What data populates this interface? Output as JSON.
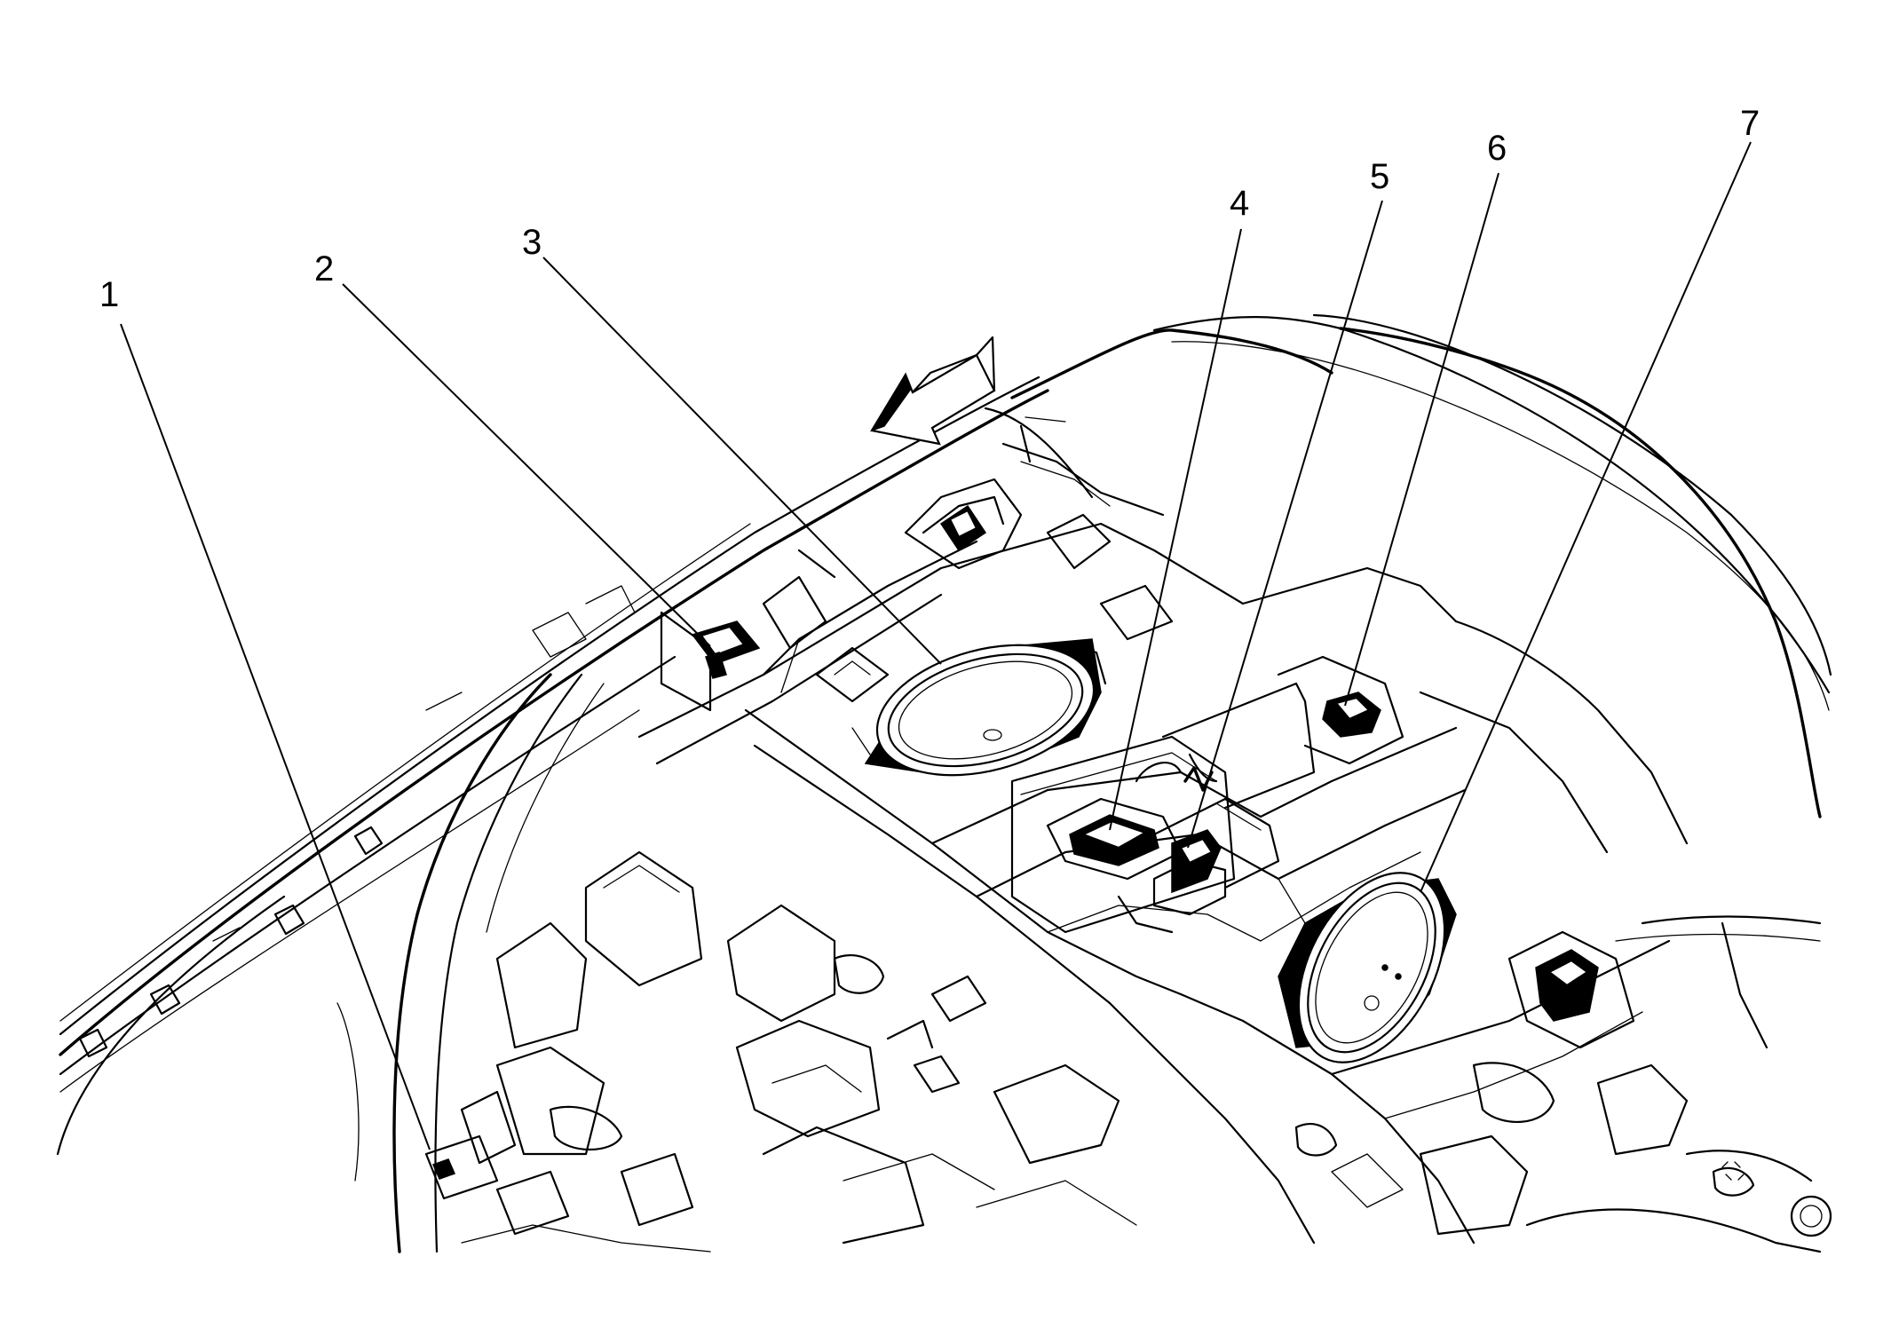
{
  "callouts": [
    {
      "id": "callout-1",
      "label": "1"
    },
    {
      "id": "callout-2",
      "label": "2"
    },
    {
      "id": "callout-3",
      "label": "3"
    },
    {
      "id": "callout-4",
      "label": "4"
    },
    {
      "id": "callout-5",
      "label": "5"
    },
    {
      "id": "callout-6",
      "label": "6"
    },
    {
      "id": "callout-7",
      "label": "7"
    }
  ],
  "icons": {
    "direction": "forward-direction-arrow-icon"
  },
  "colors": {
    "line": "#000000",
    "background": "#ffffff"
  }
}
